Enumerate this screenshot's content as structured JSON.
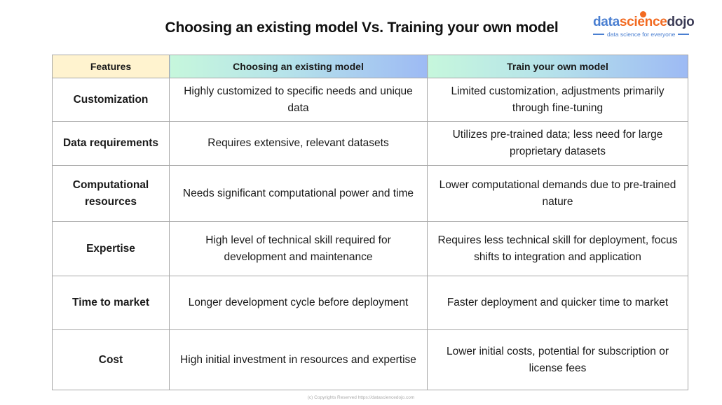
{
  "header": {
    "title": "Choosing an existing model Vs. Training your own model"
  },
  "logo": {
    "part_data": "data",
    "part_science": "science",
    "part_dojo": "dojo",
    "tagline": "data science for everyone",
    "colors": {
      "blue": "#4a7fd1",
      "orange": "#f26a21",
      "dark": "#3b3b55"
    }
  },
  "table": {
    "columns": [
      "Features",
      "Choosing an existing model",
      "Train your own model"
    ],
    "rows": [
      {
        "feature": "Customization",
        "existing": "Highly customized to specific needs and unique data",
        "own": "Limited customization, adjustments primarily through fine-tuning"
      },
      {
        "feature": "Data requirements",
        "existing": "Requires extensive, relevant datasets",
        "own": "Utilizes pre-trained data; less need for large proprietary datasets"
      },
      {
        "feature": "Computational resources",
        "existing": "Needs significant computational power and time",
        "own": "Lower computational demands due to pre-trained nature"
      },
      {
        "feature": "Expertise",
        "existing": "High level of technical skill required for development and maintenance",
        "own": "Requires less technical skill for deployment, focus shifts to integration and application"
      },
      {
        "feature": "Time to market",
        "existing": "Longer development cycle before deployment",
        "own": "Faster deployment and quicker time to market"
      },
      {
        "feature": "Cost",
        "existing": "High initial investment in resources and expertise",
        "own": "Lower initial costs, potential for subscription or license fees"
      }
    ],
    "colors": {
      "features_header_bg": "#fff3cf",
      "gradient_start": "#c6f7dc",
      "gradient_end": "#9dbaf4",
      "border": "#a8a8a8"
    }
  },
  "footer": {
    "text": "(c) Copyrights Reserved  https://datasciencedojo.com"
  }
}
